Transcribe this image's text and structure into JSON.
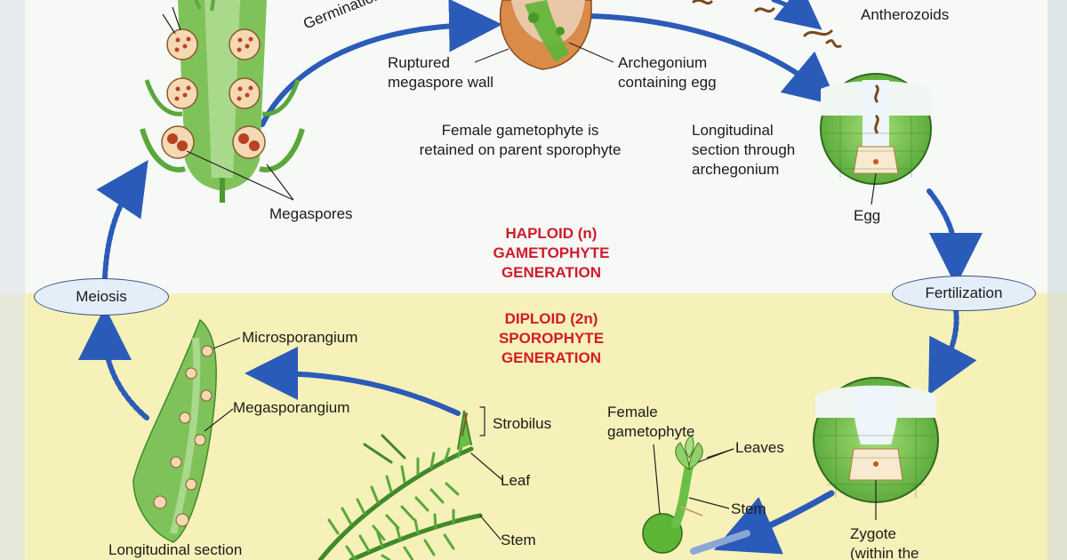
{
  "colors": {
    "haploid_bg": "#f7f9f7",
    "diploid_bg": "#f6f1b8",
    "arrow_blue": "#2a5bb8",
    "generation_red": "#d11a2a",
    "plant_green": "#66b53e",
    "pill_fill": "#e3eef9"
  },
  "generations": {
    "haploid": [
      "HAPLOID (n)",
      "GAMETOPHYTE",
      "GENERATION"
    ],
    "diploid": [
      "DIPLOID (2n)",
      "SPOROPHYTE",
      "GENERATION"
    ]
  },
  "stages": {
    "meiosis": "Meiosis",
    "fertilization": "Fertilization"
  },
  "labels": {
    "germination": "Germination",
    "antherozoids": "Antherozoids",
    "ruptured": [
      "Ruptured",
      "megaspore wall"
    ],
    "archegonium": [
      "Archegonium",
      "containing egg"
    ],
    "female_retained": [
      "Female gametophyte is",
      "retained on parent sporophyte"
    ],
    "longitudinal_arch": [
      "Longitudinal",
      "section through",
      "archegonium"
    ],
    "egg": "Egg",
    "megaspores": "Megaspores",
    "microsporangium": "Microsporangium",
    "megasporangium": "Megasporangium",
    "strobilus": "Strobilus",
    "leaf": "Leaf",
    "stem_left": "Stem",
    "female_gametophyte": [
      "Female",
      "gametophyte"
    ],
    "leaves": "Leaves",
    "stem_right": "Stem",
    "zygote": [
      "Zygote",
      "(within the"
    ],
    "longitudinal_section": "Longitudinal section"
  }
}
